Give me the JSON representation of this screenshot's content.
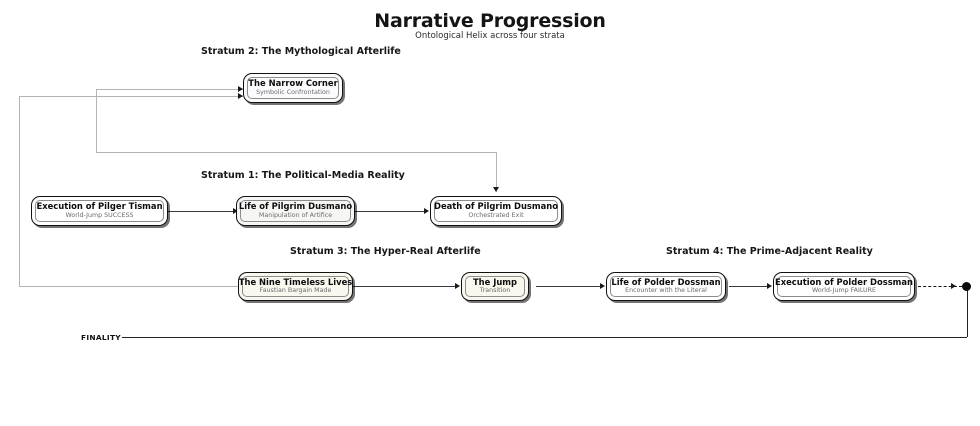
{
  "header": {
    "title": "Narrative Progression",
    "subtitle": "Ontological Helix across four strata"
  },
  "strata": [
    {
      "id": "stratum-2",
      "label": "Stratum 2: The Mythological Afterlife"
    },
    {
      "id": "stratum-1",
      "label": "Stratum 1: The Political-Media Reality"
    },
    {
      "id": "stratum-3",
      "label": "Stratum 3: The Hyper-Real Afterlife"
    },
    {
      "id": "stratum-4",
      "label": "Stratum 4: The Prime-Adjacent Reality"
    }
  ],
  "nodes": [
    {
      "id": "narrow-corner",
      "title": "The Narrow Corner",
      "subtitle": "Symbolic Confrontation"
    },
    {
      "id": "execution-tisman",
      "title": "Execution of Pilger Tisman",
      "subtitle": "World-Jump SUCCESS"
    },
    {
      "id": "life-dusmano",
      "title": "Life of Pilgrim Dusmano",
      "subtitle": "Manipulation of Artifice"
    },
    {
      "id": "death-dusmano",
      "title": "Death of Pilgrim Dusmano",
      "subtitle": "Orchestrated Exit"
    },
    {
      "id": "nine-timeless-lives",
      "title": "The Nine Timeless Lives",
      "subtitle": "Faustian Bargain Made"
    },
    {
      "id": "the-jump",
      "title": "The Jump",
      "subtitle": "Transition"
    },
    {
      "id": "life-dossman",
      "title": "Life of Polder Dossman",
      "subtitle": "Encounter with the Literal"
    },
    {
      "id": "execution-dossman",
      "title": "Execution of Polder Dossman",
      "subtitle": "World-Jump FAILURE"
    }
  ],
  "finality": {
    "label": "FINALITY"
  },
  "colors": {
    "stroke": "#1a1a1a",
    "light_edge": "#b4b4b4",
    "node_border": "#111111",
    "cream_fill": "#faf7ee",
    "mist_fill": "#f6f7f4",
    "terminal_dot": "#0a0a0a"
  }
}
